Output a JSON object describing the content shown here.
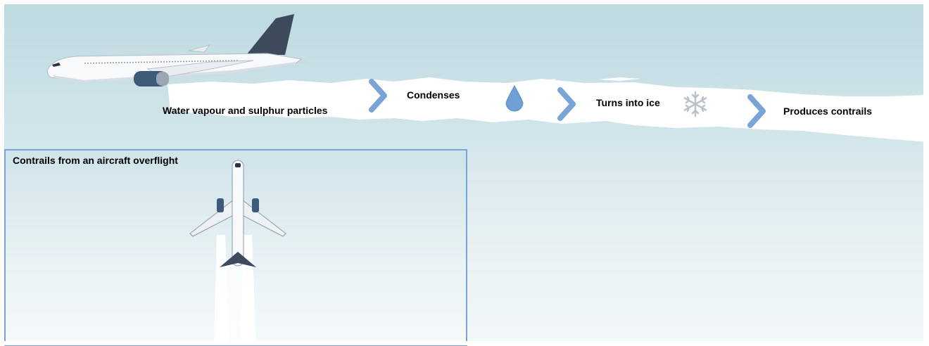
{
  "process_steps": [
    {
      "label": "Water vapour and sulphur particles"
    },
    {
      "label": "Condenses",
      "icon": "water-drop-icon"
    },
    {
      "label": "Turns into ice",
      "icon": "snowflake-icon"
    },
    {
      "label": "Produces contrails"
    }
  ],
  "inset": {
    "title": "Contrails from an aircraft overflight"
  },
  "colors": {
    "sky_top": "#bcd9df",
    "sky_bottom": "#f3f8f9",
    "chevron": "#7aa3d6",
    "drop": "#6f9fd3",
    "inset_border": "#7aa3d6",
    "tail": "#3c4a5c"
  }
}
